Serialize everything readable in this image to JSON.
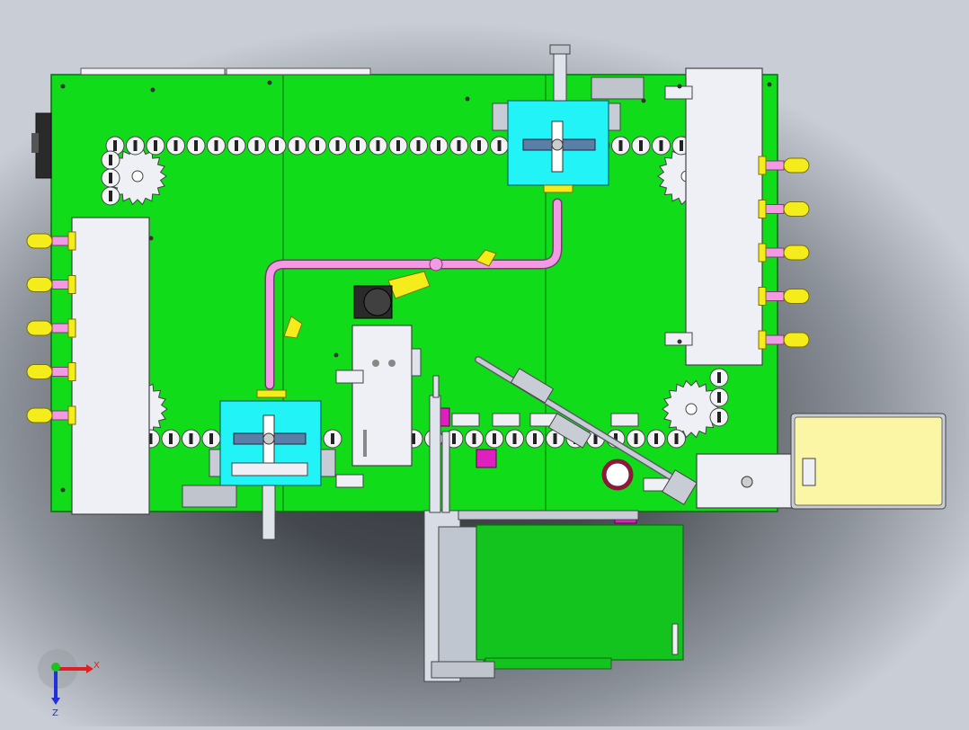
{
  "window": {
    "title": "",
    "view": "Top"
  },
  "colors": {
    "base_plate": "#10dc1a",
    "cyan_block": "#21f3f6",
    "white_block": "#eef0f6",
    "pink_pipe": "#f29be4",
    "yellow_part": "#f5ec1c",
    "magenta_part": "#e01fbf",
    "cream_box": "#faf6a6",
    "dark_green_panel": "#12c41d"
  },
  "triad": {
    "x_label": "X",
    "z_label": "Z",
    "x_color": "#e02020",
    "y_color": "#20c020",
    "z_color": "#2030e0"
  },
  "machine": {
    "top_chain_links": 29,
    "bottom_chain_links": 28,
    "left_nozzles": 5,
    "right_nozzles": 5
  }
}
